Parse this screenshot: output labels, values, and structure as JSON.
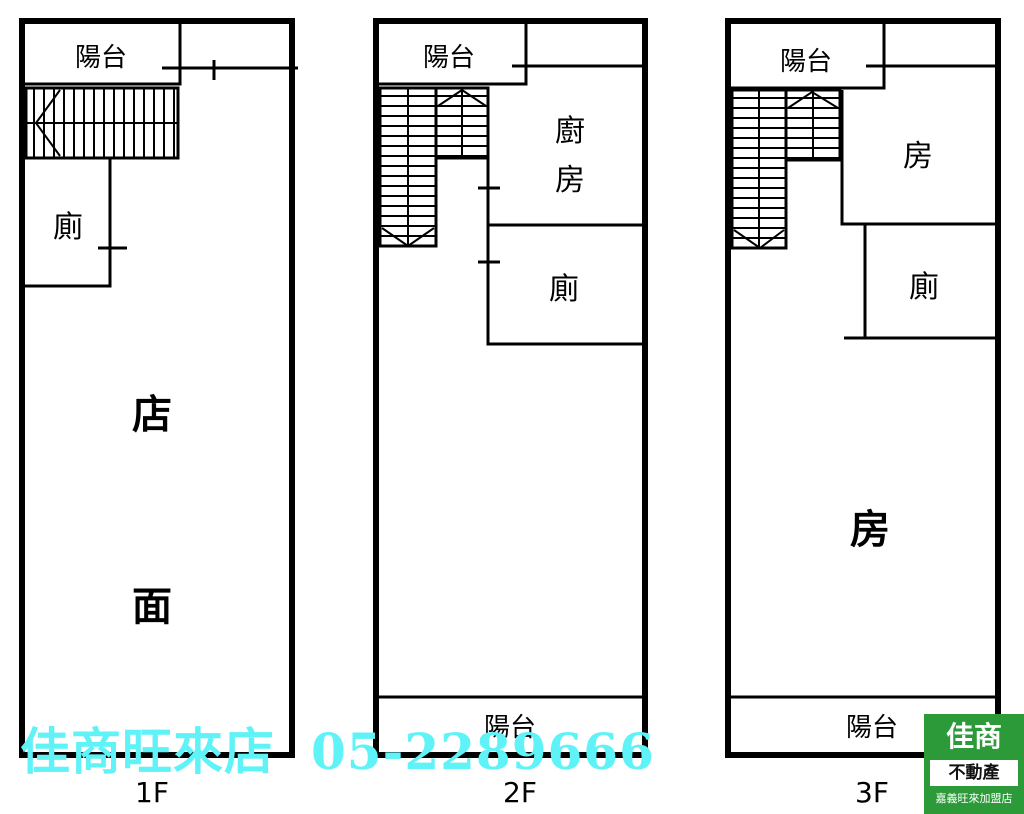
{
  "floors": [
    {
      "name": "1F",
      "rooms": {
        "balcony_top": "陽台",
        "toilet": "廁",
        "shop_line1": "店",
        "shop_line2": "面"
      }
    },
    {
      "name": "2F",
      "rooms": {
        "balcony_top": "陽台",
        "kitchen_line1": "廚",
        "kitchen_line2": "房",
        "toilet": "廁",
        "balcony_bottom": "陽台"
      }
    },
    {
      "name": "3F",
      "rooms": {
        "balcony_top": "陽台",
        "room_small": "房",
        "toilet": "廁",
        "room_large": "房",
        "balcony_bottom": "陽台"
      }
    }
  ],
  "watermark": {
    "name": "佳商旺來店",
    "phone": "05-2289666",
    "color": "#5ff3f8"
  },
  "brand": {
    "line1": "佳商",
    "line2": "不動產",
    "line3": "嘉義旺來加盟店",
    "color": "#2d9a3a"
  }
}
